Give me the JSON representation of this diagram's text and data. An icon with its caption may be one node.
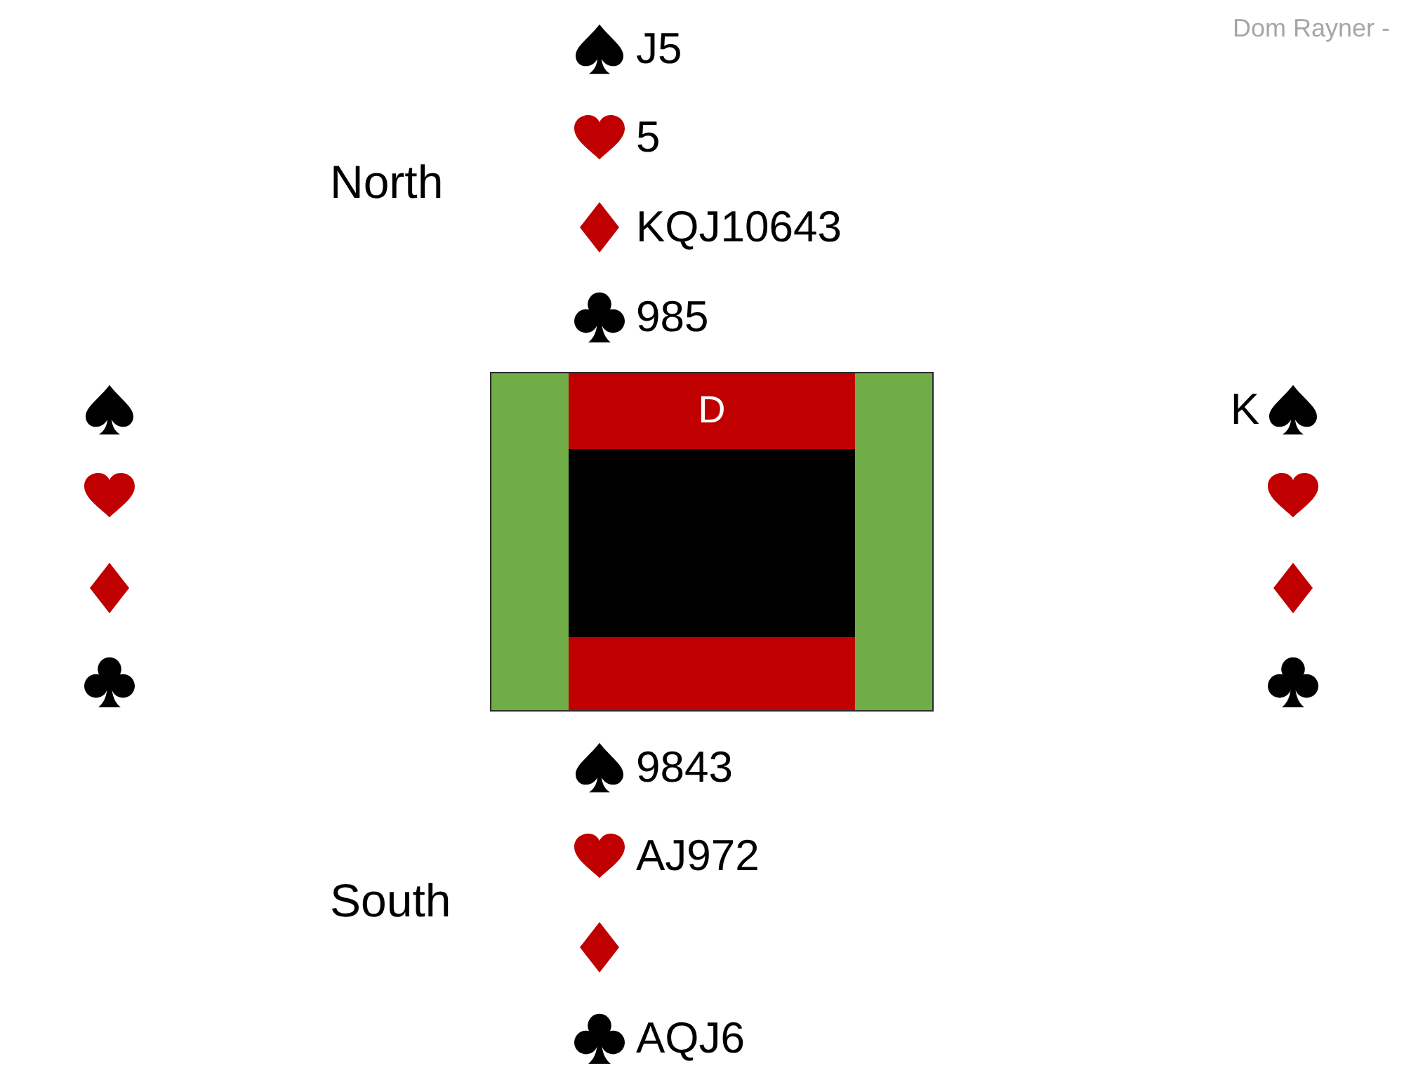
{
  "diagram": {
    "nodes": [
      {
        "text": [
          "D"
        ]
      },
      {
        "text": [],
        "shape": "bar"
      }
    ],
    "labels": [
      "Dom Rayner -",
      "J5",
      "5",
      "North",
      "KQJ10643",
      "985",
      "K",
      "9843",
      "AJ972",
      "South",
      "AQJ6"
    ]
  }
}
